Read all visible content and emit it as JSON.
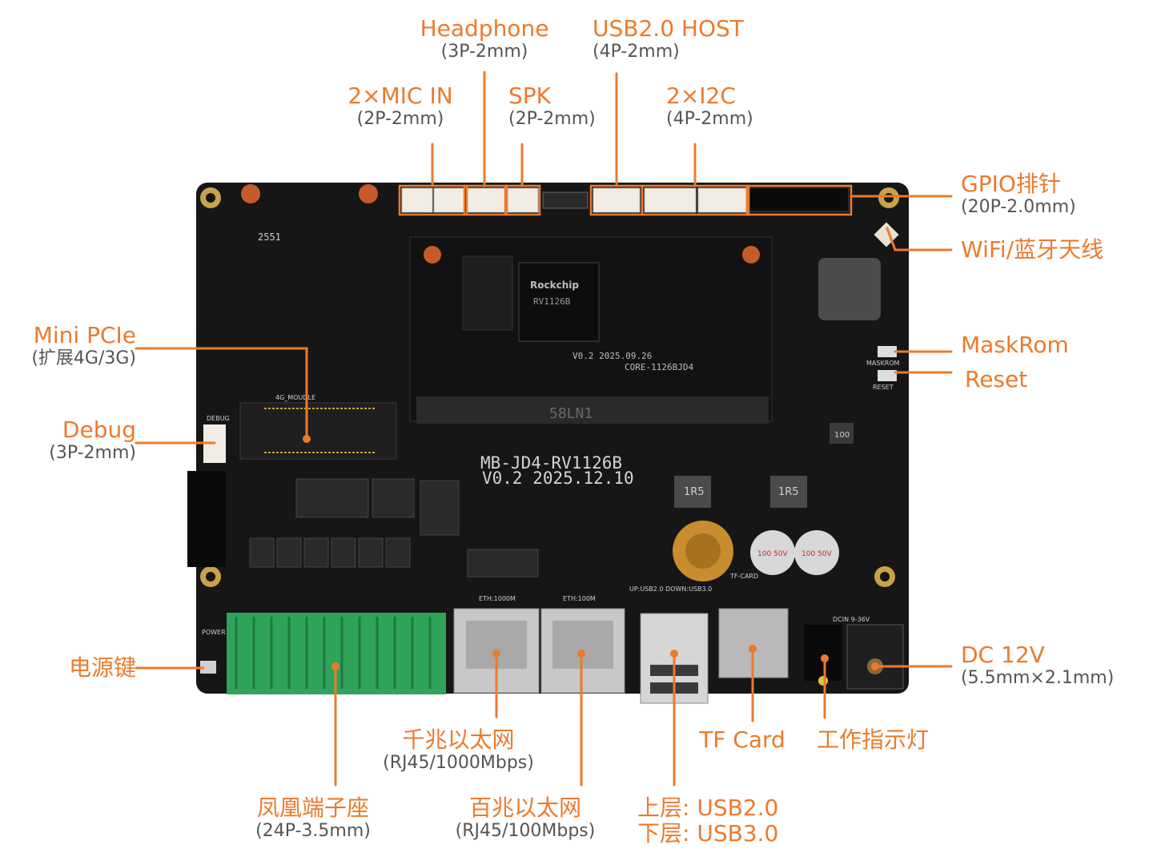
{
  "colors": {
    "accent": "#ec7a2c",
    "subtext": "#555555",
    "board": "#161616",
    "terminal": "#2fa35a"
  },
  "board_text": {
    "model": "MB-JD4-RV1126B",
    "version": "V0.2 2025.12.10",
    "code": "2551",
    "core_label": "CORE-1126BJD4",
    "core_version": "V0.2 2025.09.26",
    "soc_brand": "Rockchip",
    "soc_model": "RV1126B",
    "socket_label": "58LN1",
    "eth1000": "ETH:1000M",
    "eth100": "ETH:100M",
    "usb_stack": "UP:USB2.0 DOWN:USB3.0",
    "tf": "TF-CARD",
    "dcin": "DCIN 9-36V",
    "maskrom": "MASKROM",
    "reset": "RESET",
    "debug": "DEBUG",
    "module": "4G_MOUDLE",
    "power": "POWER",
    "cap1": "100 50V",
    "cap2": "100 50V",
    "ind1": "1R5",
    "ind2": "1R5",
    "chip100": "100"
  },
  "labels": {
    "headphone": {
      "title": "Headphone",
      "sub": "(3P-2mm)"
    },
    "usb_host": {
      "title": "USB2.0 HOST",
      "sub": "(4P-2mm)"
    },
    "mic": {
      "title": "2×MIC IN",
      "sub": "(2P-2mm)"
    },
    "spk": {
      "title": "SPK",
      "sub": "(2P-2mm)"
    },
    "i2c": {
      "title": "2×I2C",
      "sub": "(4P-2mm)"
    },
    "gpio": {
      "title": "GPIO排针",
      "sub": "(20P-2.0mm)"
    },
    "wifi": {
      "title": "WiFi/蓝牙天线"
    },
    "mini_pcie": {
      "title": "Mini PCIe",
      "sub": "(扩展4G/3G)"
    },
    "maskrom": {
      "title": "MaskRom"
    },
    "reset": {
      "title": "Reset"
    },
    "debug": {
      "title": "Debug",
      "sub": "(3P-2mm)"
    },
    "power_key": {
      "title": "电源键"
    },
    "dc": {
      "title": "DC 12V",
      "sub": "(5.5mm×2.1mm)"
    },
    "gigabit": {
      "title": "千兆以太网",
      "sub": "(RJ45/1000Mbps)"
    },
    "tf_card": {
      "title": "TF Card"
    },
    "led": {
      "title": "工作指示灯"
    },
    "terminal": {
      "title": "凤凰端子座",
      "sub": "(24P-3.5mm)"
    },
    "fast_eth": {
      "title": "百兆以太网",
      "sub": "(RJ45/100Mbps)"
    },
    "usb_stack": {
      "upper": "上层: USB2.0",
      "lower": "下层: USB3.0"
    }
  }
}
